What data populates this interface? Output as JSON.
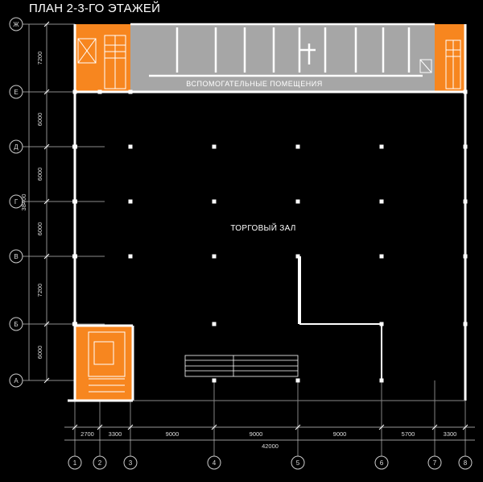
{
  "title": "ПЛАН 2-3-ГО ЭТАЖЕЙ",
  "rooms": {
    "service": "ВСПОМОГАТЕЛЬНЫЕ  ПОМЕЩЕНИЯ",
    "hall": "ТОРГОВЫЙ ЗАЛ"
  },
  "row_axes": [
    {
      "label": "Ж"
    },
    {
      "label": "Е"
    },
    {
      "label": "Д"
    },
    {
      "label": "Г"
    },
    {
      "label": "В"
    },
    {
      "label": "Б"
    },
    {
      "label": "А"
    }
  ],
  "row_dims": [
    "7200",
    "6000",
    "6000",
    "6000",
    "7200",
    "6000"
  ],
  "row_total": "38400",
  "col_axes": [
    {
      "label": "1"
    },
    {
      "label": "2"
    },
    {
      "label": "3"
    },
    {
      "label": "4"
    },
    {
      "label": "5"
    },
    {
      "label": "6"
    },
    {
      "label": "7"
    },
    {
      "label": "8"
    }
  ],
  "col_dims": [
    "2700",
    "3300",
    "9000",
    "9000",
    "9000",
    "5700",
    "3300"
  ],
  "col_total": "42000",
  "colors": {
    "core": "#f7861f",
    "service": "#a6a6a6",
    "wall": "#ffffff",
    "line": "#cccccc"
  }
}
